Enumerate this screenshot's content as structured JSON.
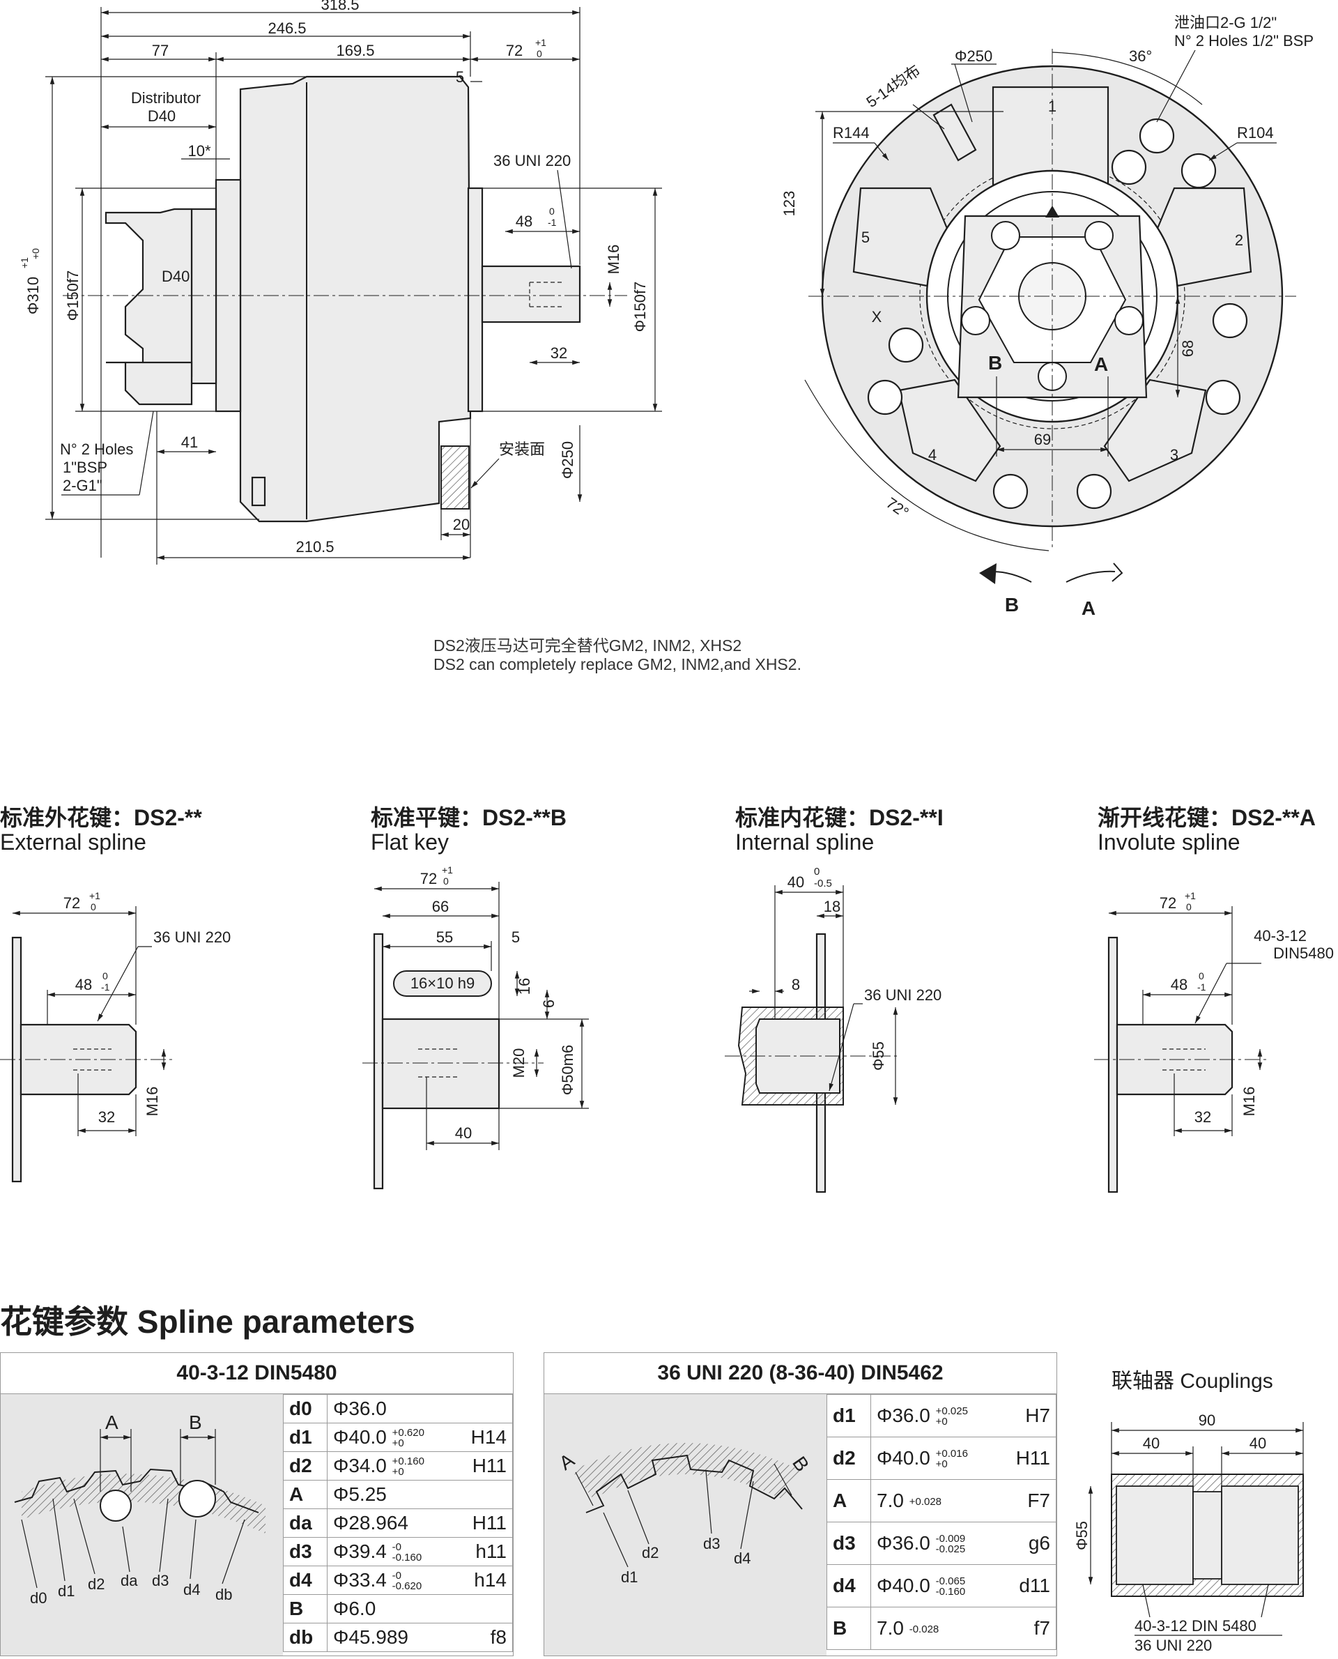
{
  "main_drawing": {
    "overall_dims": [
      "318.5",
      "246.5",
      "77",
      "169.5",
      "72",
      "+1",
      "0",
      "5"
    ],
    "distributor_label": "Distributor",
    "distributor_size": "D40",
    "dim_10": "10*",
    "thread_label": "36 UNI 220",
    "dim_48": "48",
    "dim_48_tol": [
      "0",
      "-1"
    ],
    "m16": "M16",
    "phi150f7": "Φ150f7",
    "phi310": "Φ310",
    "phi310_tol": [
      "+1",
      "+0"
    ],
    "d40_inner": "D40",
    "dim_32": "32",
    "holes_note": [
      "N° 2 Holes",
      "1\"BSP",
      "2-G1\""
    ],
    "dim_41": "41",
    "mount_face": "安装面",
    "phi250": "Φ250",
    "dim_20": "20",
    "dim_210": "210.5"
  },
  "front_view": {
    "drain_port": [
      "泄油口2-G 1/2\"",
      "N° 2 Holes 1/2\" BSP"
    ],
    "angle_36": "36°",
    "phi250_top": "Φ250",
    "holes_5_14": "5-14均布",
    "r144": "R144",
    "r104": "R104",
    "dim_123": "123",
    "dim_68": "68",
    "dim_69": "69",
    "angle_72": "72°",
    "port_b": "B",
    "port_a": "A",
    "section_numbers": [
      "1",
      "2",
      "3",
      "4",
      "5"
    ],
    "x_mark": "X",
    "rotation_b": "B",
    "rotation_a": "A"
  },
  "note": {
    "cn": "DS2液压马达可完全替代GM2, INM2, XHS2",
    "en": "DS2 can completely replace GM2, INM2,and XHS2."
  },
  "splines": [
    {
      "title": "标准外花键：DS2-**",
      "subtitle": "External spline"
    },
    {
      "title": "标准平键：DS2-**B",
      "subtitle": "Flat key"
    },
    {
      "title": "标准内花键：DS2-**I",
      "subtitle": "Internal spline"
    },
    {
      "title": "渐开线花键：DS2-**A",
      "subtitle": "Involute spline"
    }
  ],
  "spline_dims": {
    "ext": {
      "d72": "72",
      "t72": [
        "+1",
        "0"
      ],
      "thread": "36 UNI 220",
      "d48": "48",
      "t48": [
        "0",
        "-1"
      ],
      "d32": "32",
      "m16": "M16"
    },
    "flat": {
      "d72": "72",
      "t72": [
        "+1",
        "0"
      ],
      "d66": "66",
      "d55": "55",
      "d5": "5",
      "key": "16×10 h9",
      "d16": "16",
      "d6": "6",
      "m20": "M20",
      "phi50": "Φ50m6",
      "d40": "40"
    },
    "int": {
      "d40": "40",
      "t40": [
        "0",
        "-0.5"
      ],
      "d18": "18",
      "d8": "8",
      "thread": "36 UNI 220",
      "phi55": "Φ55"
    },
    "inv": {
      "d72": "72",
      "t72": [
        "+1",
        "0"
      ],
      "spline": [
        "40-3-12",
        "DIN5480"
      ],
      "d48": "48",
      "t48": [
        "0",
        "-1"
      ],
      "d32": "32",
      "m16": "M16"
    }
  },
  "section_title": "花键参数  Spline parameters",
  "table1": {
    "header": "40-3-12  DIN5480",
    "diagram_labels": [
      "A",
      "B",
      "d0",
      "d1",
      "d2",
      "da",
      "d3",
      "d4",
      "db"
    ],
    "rows": [
      {
        "k": "d0",
        "v": "Φ36.0",
        "tu": "",
        "tl": "",
        "f": ""
      },
      {
        "k": "d1",
        "v": "Φ40.0",
        "tu": "+0.620",
        "tl": "+0",
        "f": "H14"
      },
      {
        "k": "d2",
        "v": "Φ34.0",
        "tu": "+0.160",
        "tl": "+0",
        "f": "H11"
      },
      {
        "k": "A",
        "v": "Φ5.25",
        "tu": "",
        "tl": "",
        "f": ""
      },
      {
        "k": "da",
        "v": "Φ28.964",
        "tu": "",
        "tl": "",
        "f": "H11"
      },
      {
        "k": "d3",
        "v": "Φ39.4",
        "tu": "-0",
        "tl": "-0.160",
        "f": "h11"
      },
      {
        "k": "d4",
        "v": "Φ33.4",
        "tu": "-0",
        "tl": "-0.620",
        "f": "h14"
      },
      {
        "k": "B",
        "v": "Φ6.0",
        "tu": "",
        "tl": "",
        "f": ""
      },
      {
        "k": "db",
        "v": "Φ45.989",
        "tu": "",
        "tl": "",
        "f": "f8"
      }
    ]
  },
  "table2": {
    "header": "36 UNI 220 (8-36-40) DIN5462",
    "diagram_labels": [
      "A",
      "B",
      "d1",
      "d2",
      "d3",
      "d4"
    ],
    "rows": [
      {
        "k": "d1",
        "v": "Φ36.0",
        "tu": "+0.025",
        "tl": "+0",
        "f": "H7"
      },
      {
        "k": "d2",
        "v": "Φ40.0",
        "tu": "+0.016",
        "tl": "+0",
        "f": "H11"
      },
      {
        "k": "A",
        "v": "7.0",
        "tu": "+0.028",
        "tl": "",
        "f": "F7"
      },
      {
        "k": "d3",
        "v": "Φ36.0",
        "tu": "-0.009",
        "tl": "-0.025",
        "f": "g6"
      },
      {
        "k": "d4",
        "v": "Φ40.0",
        "tu": "-0.065",
        "tl": "-0.160",
        "f": "d11"
      },
      {
        "k": "B",
        "v": "7.0",
        "tu": "-0.028",
        "tl": "",
        "f": "f7"
      }
    ]
  },
  "couplings": {
    "title": "联轴器 Couplings",
    "d90": "90",
    "d40a": "40",
    "d40b": "40",
    "phi55": "Φ55",
    "spec1": "40-3-12 DIN 5480",
    "spec2": "36 UNI 220"
  }
}
